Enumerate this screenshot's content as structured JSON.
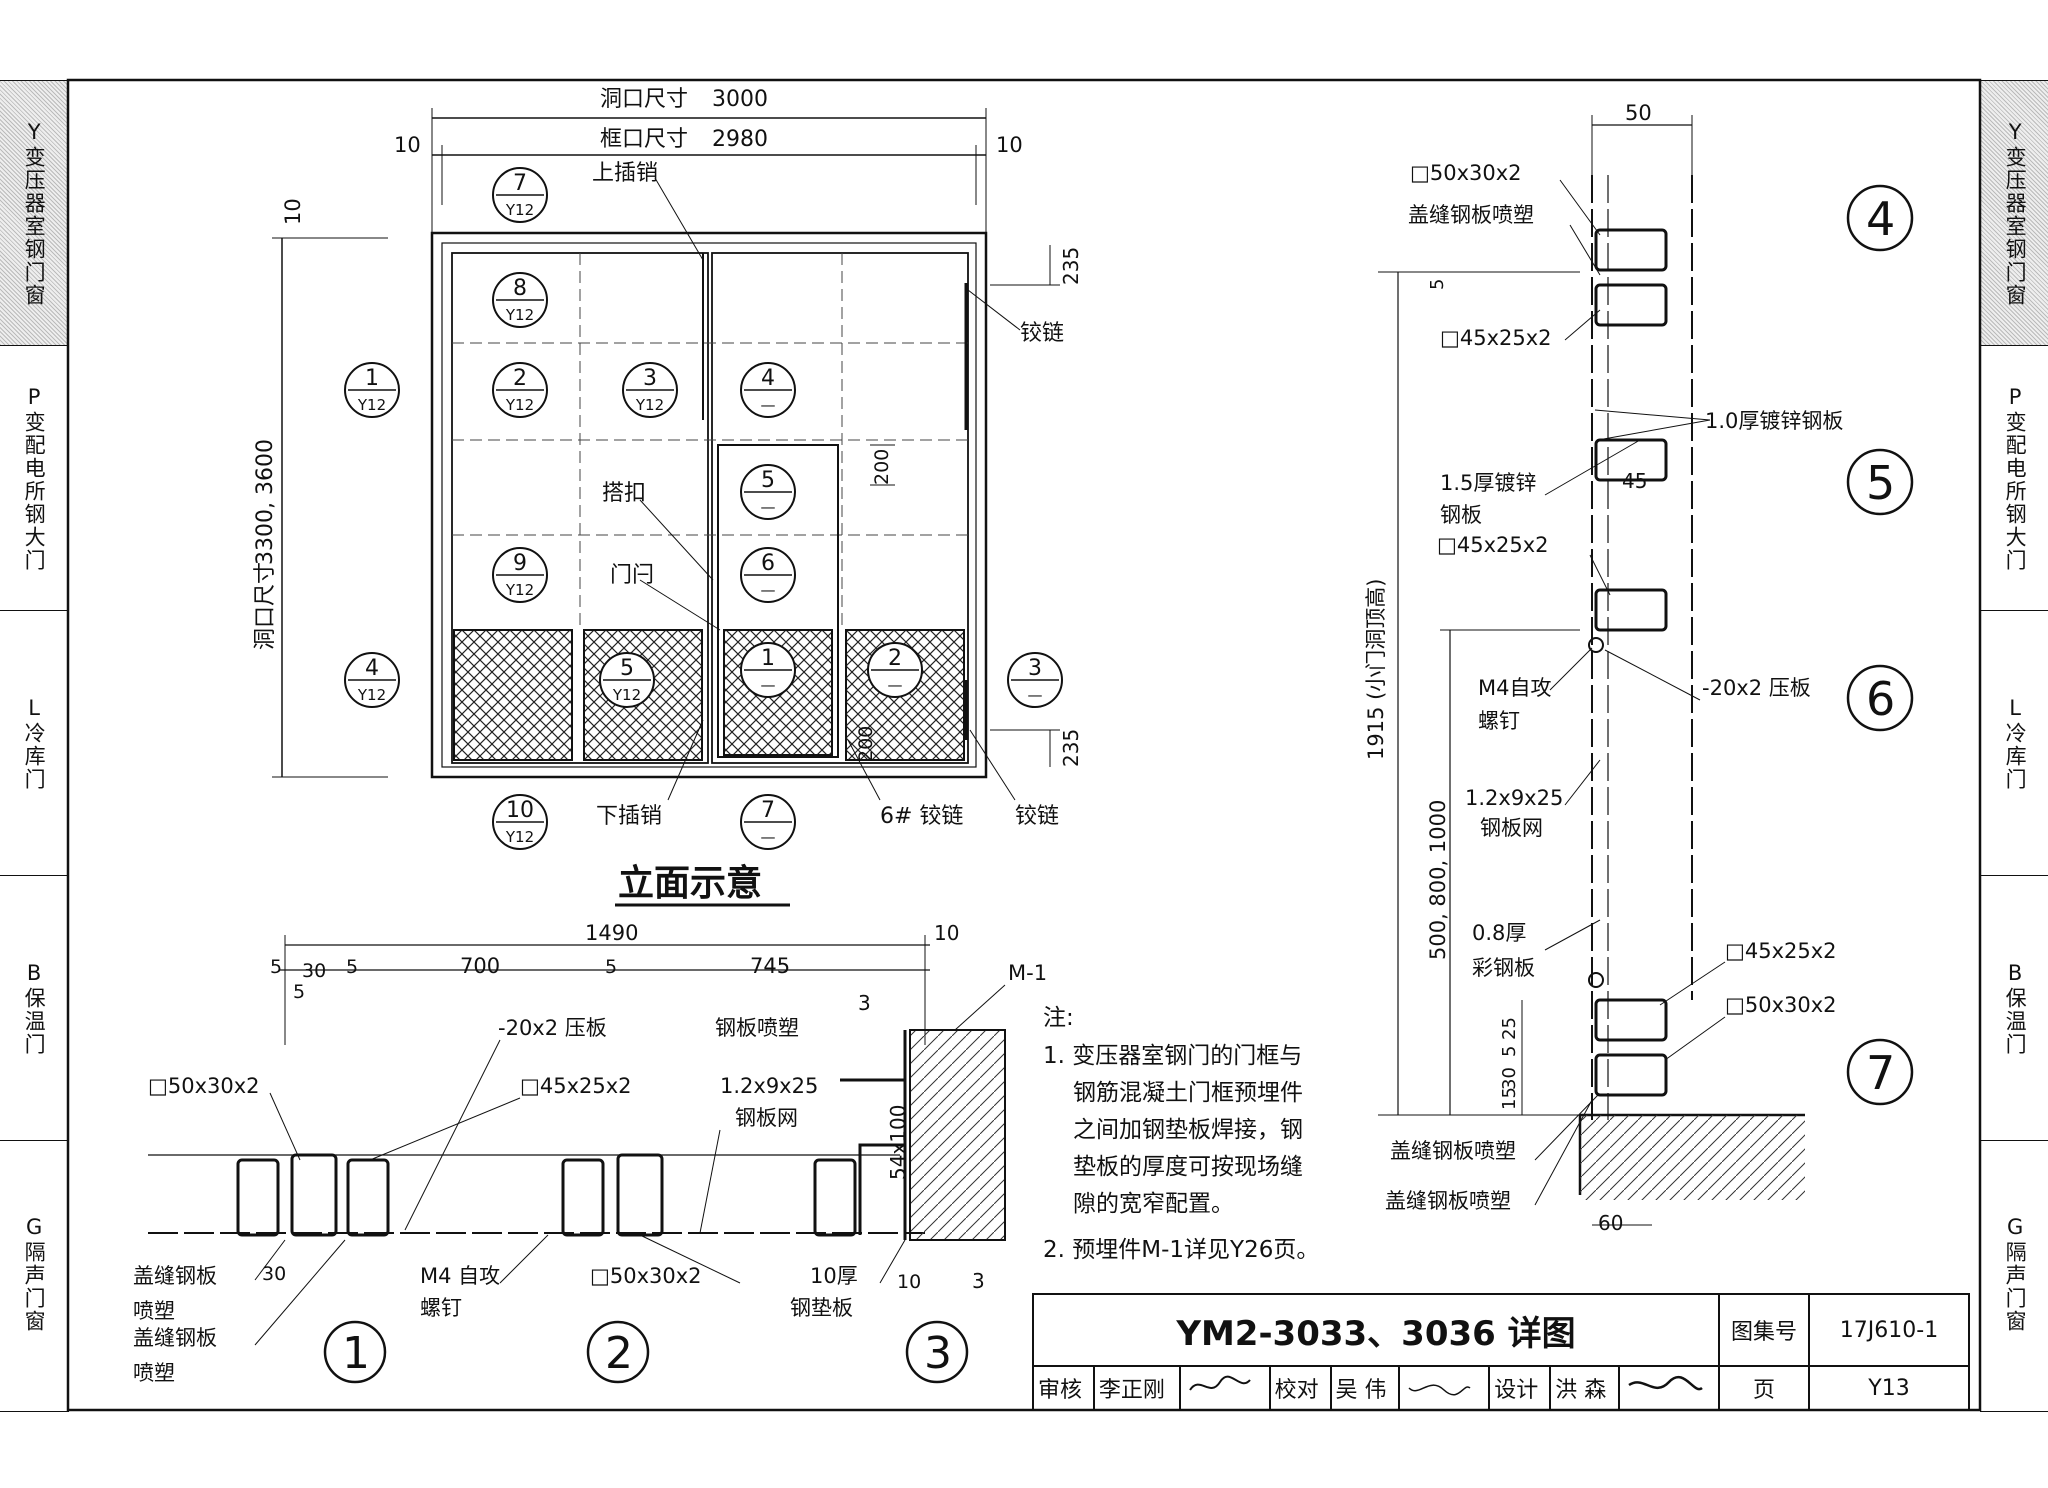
{
  "side_tabs": [
    {
      "code": "Y",
      "label": "变压器室钢门窗",
      "active": true
    },
    {
      "code": "P",
      "label": "变配电所钢大门",
      "active": false
    },
    {
      "code": "L",
      "label": "冷库门",
      "active": false
    },
    {
      "code": "B",
      "label": "保温门",
      "active": false
    },
    {
      "code": "G",
      "label": "隔声门窗",
      "active": false
    }
  ],
  "elevation": {
    "title": "立面示意",
    "opening_width_label": "洞口尺寸",
    "opening_width": "3000",
    "frame_width_label": "框口尺寸",
    "frame_width": "2980",
    "gap_left": "10",
    "gap_right": "10",
    "gap_top": "10",
    "opening_height_label": "洞口尺寸",
    "opening_height": "3300, 3600",
    "hinge_offset_top": "235",
    "hinge_offset_bottom": "235",
    "small_door_top": "200",
    "small_door_bottom": "200",
    "labels": {
      "top_bolt": "上插销",
      "bottom_bolt": "下插销",
      "hinge_top": "铰链",
      "hinge_bottom": "铰链",
      "hasp": "搭扣",
      "latch": "门闩",
      "hinge_6": "6# 铰链"
    },
    "callouts": [
      {
        "num": "7",
        "ref": "Y12"
      },
      {
        "num": "8",
        "ref": "Y12"
      },
      {
        "num": "1",
        "ref": "Y12"
      },
      {
        "num": "2",
        "ref": "Y12"
      },
      {
        "num": "3",
        "ref": "Y12"
      },
      {
        "num": "4",
        "ref": "—"
      },
      {
        "num": "5",
        "ref": "—"
      },
      {
        "num": "9",
        "ref": "Y12"
      },
      {
        "num": "6",
        "ref": "—"
      },
      {
        "num": "4",
        "ref": "Y12"
      },
      {
        "num": "5",
        "ref": "Y12"
      },
      {
        "num": "1",
        "ref": "—"
      },
      {
        "num": "2",
        "ref": "—"
      },
      {
        "num": "3",
        "ref": "—"
      },
      {
        "num": "10",
        "ref": "Y12"
      },
      {
        "num": "7",
        "ref": "—"
      }
    ]
  },
  "section": {
    "dim_total": "1490",
    "dim_right": "10",
    "dim_a": "5",
    "dim_b": "30",
    "dim_c": "5",
    "dim_d": "700",
    "dim_e": "5",
    "dim_f": "745",
    "dim_g": "5",
    "dim_30": "30",
    "dim_10": "10",
    "dim_3a": "3",
    "dim_3b": "3",
    "dim_54": "54x100",
    "labels": {
      "tube_50": "□50x30x2",
      "press_plate": "-20x2 压板",
      "tube_45": "□45x25x2",
      "mesh": "1.2x9x25",
      "mesh2": "钢板网",
      "steel_spray": "钢板喷塑",
      "m1": "M-1",
      "cover1": "盖缝钢板",
      "cover1b": "喷塑",
      "cover2": "盖缝钢板",
      "cover2b": "喷塑",
      "screw": "M4 自攻",
      "screw2": "螺钉",
      "tube_50b": "□50x30x2",
      "pad": "10厚",
      "pad2": "钢垫板"
    },
    "numbers": [
      "1",
      "2",
      "3"
    ]
  },
  "notes": {
    "heading": "注:",
    "items": [
      "1. 变压器室钢门的门框与",
      "钢筋混凝土门框预埋件",
      "之间加钢垫板焊接，钢",
      "垫板的厚度可按现场缝",
      "隙的宽窄配置。",
      "2. 预埋件M-1详见Y26页。"
    ]
  },
  "vertical_section": {
    "dim_top": "50",
    "dim_5": "5",
    "dim_45": "45",
    "dim_60": "60",
    "dim_height": "1915 (小门洞顶高)",
    "dim_heights2": "500, 800, 1000",
    "dim_25": "25",
    "dim_5b": "5",
    "dim_30": "30",
    "dim_15": "15",
    "labels": {
      "tube_50_top": "□50x30x2",
      "cover_top": "盖缝钢板喷塑",
      "tube_45a": "□45x25x2",
      "galv_10": "1.0厚镀锌钢板",
      "galv_15": "1.5厚镀锌",
      "galv_15b": "钢板",
      "tube_45b": "□45x25x2",
      "screw": "M4自攻",
      "screw2": "螺钉",
      "press": "-20x2 压板",
      "mesh": "1.2x9x25",
      "mesh2": "钢板网",
      "color": "0.8厚",
      "color2": "彩钢板",
      "tube_45c": "□45x25x2",
      "tube_50c": "□50x30x2",
      "cover_b1": "盖缝钢板喷塑",
      "cover_b2": "盖缝钢板喷塑"
    },
    "numbers": [
      "4",
      "5",
      "6",
      "7"
    ]
  },
  "title_block": {
    "title": "YM2-3033、3036 详图",
    "atlas_label": "图集号",
    "atlas_no": "17J610-1",
    "review_label": "审核",
    "reviewer": "李正刚",
    "check_label": "校对",
    "checker": "吴 伟",
    "design_label": "设计",
    "designer": "洪 森",
    "page_label": "页",
    "page": "Y13"
  }
}
